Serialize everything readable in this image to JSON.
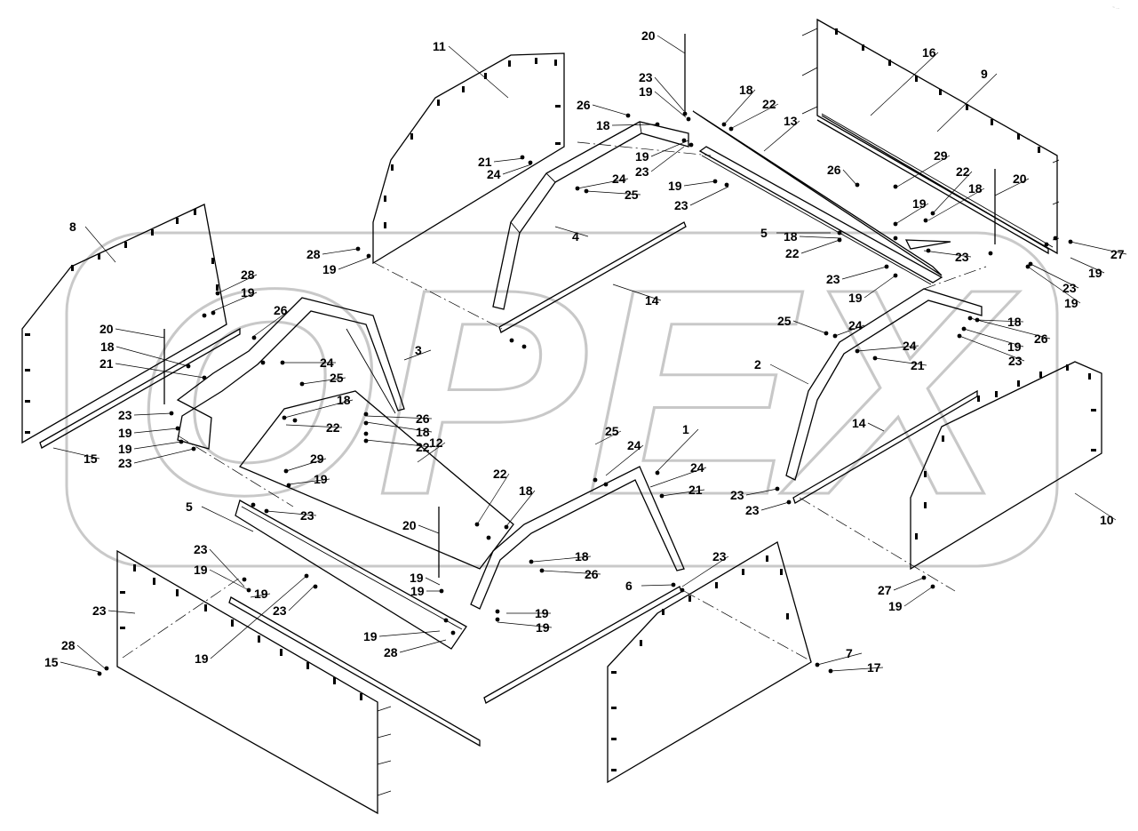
{
  "watermark": {
    "text": "OPEX"
  },
  "corner_mark": "~ ...",
  "callouts": [
    {
      "label": "20"
    },
    {
      "label": "16"
    },
    {
      "label": "11"
    },
    {
      "label": "9"
    },
    {
      "label": "23"
    },
    {
      "label": "19"
    },
    {
      "label": "18"
    },
    {
      "label": "22"
    },
    {
      "label": "26"
    },
    {
      "label": "13"
    },
    {
      "label": "18"
    },
    {
      "label": "19"
    },
    {
      "label": "23"
    },
    {
      "label": "21"
    },
    {
      "label": "24"
    },
    {
      "label": "29"
    },
    {
      "label": "26"
    },
    {
      "label": "22"
    },
    {
      "label": "24"
    },
    {
      "label": "18"
    },
    {
      "label": "20"
    },
    {
      "label": "25"
    },
    {
      "label": "19"
    },
    {
      "label": "19"
    },
    {
      "label": "23"
    },
    {
      "label": "5"
    },
    {
      "label": "18"
    },
    {
      "label": "4"
    },
    {
      "label": "22"
    },
    {
      "label": "23"
    },
    {
      "label": "27"
    },
    {
      "label": "8"
    },
    {
      "label": "28"
    },
    {
      "label": "19"
    },
    {
      "label": "19"
    },
    {
      "label": "23"
    },
    {
      "label": "19"
    },
    {
      "label": "28"
    },
    {
      "label": "19"
    },
    {
      "label": "14"
    },
    {
      "label": "23"
    },
    {
      "label": "20"
    },
    {
      "label": "19"
    },
    {
      "label": "25"
    },
    {
      "label": "24"
    },
    {
      "label": "18"
    },
    {
      "label": "26"
    },
    {
      "label": "21"
    },
    {
      "label": "3"
    },
    {
      "label": "18"
    },
    {
      "label": "26"
    },
    {
      "label": "19"
    },
    {
      "label": "24"
    },
    {
      "label": "24"
    },
    {
      "label": "25"
    },
    {
      "label": "23"
    },
    {
      "label": "21"
    },
    {
      "label": "2"
    },
    {
      "label": "23"
    },
    {
      "label": "18"
    },
    {
      "label": "26"
    },
    {
      "label": "18"
    },
    {
      "label": "22"
    },
    {
      "label": "19"
    },
    {
      "label": "23"
    },
    {
      "label": "15"
    },
    {
      "label": "14"
    },
    {
      "label": "22"
    },
    {
      "label": "25"
    },
    {
      "label": "24"
    },
    {
      "label": "1"
    },
    {
      "label": "12"
    },
    {
      "label": "24"
    },
    {
      "label": "21"
    },
    {
      "label": "23"
    },
    {
      "label": "19"
    },
    {
      "label": "10"
    },
    {
      "label": "29"
    },
    {
      "label": "19"
    },
    {
      "label": "22"
    },
    {
      "label": "18"
    },
    {
      "label": "5"
    },
    {
      "label": "23"
    },
    {
      "label": "20"
    },
    {
      "label": "23"
    },
    {
      "label": "19"
    },
    {
      "label": "18"
    },
    {
      "label": "26"
    },
    {
      "label": "23"
    },
    {
      "label": "19"
    },
    {
      "label": "19"
    },
    {
      "label": "19"
    },
    {
      "label": "23"
    },
    {
      "label": "6"
    },
    {
      "label": "19"
    },
    {
      "label": "23"
    },
    {
      "label": "23"
    },
    {
      "label": "19"
    },
    {
      "label": "19"
    },
    {
      "label": "28"
    },
    {
      "label": "19"
    },
    {
      "label": "27"
    },
    {
      "label": "19"
    },
    {
      "label": "28"
    },
    {
      "label": "15"
    },
    {
      "label": "7"
    },
    {
      "label": "17"
    }
  ]
}
